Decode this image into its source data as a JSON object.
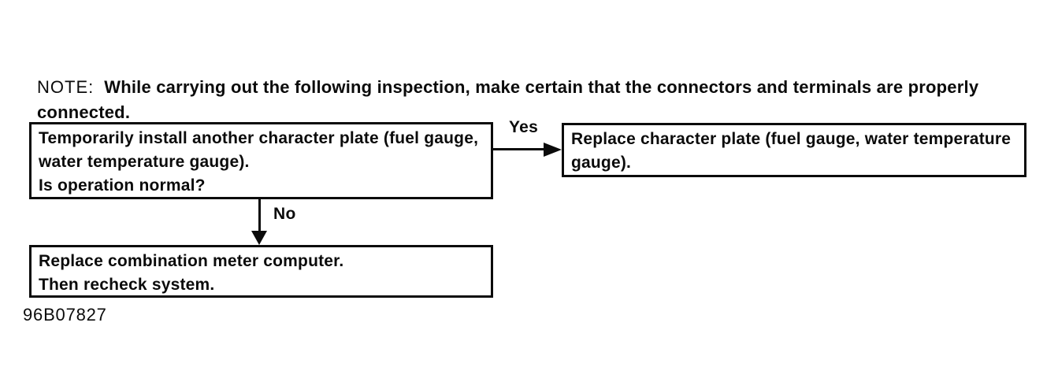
{
  "page": {
    "background_color": "#ffffff",
    "ink_color": "#0b0b0b"
  },
  "note": {
    "label": "NOTE:",
    "text": "While carrying out the following inspection, make certain that the connectors and terminals are properly connected."
  },
  "flowchart": {
    "boxes": [
      {
        "id": "question",
        "lines": [
          "Temporarily install another character plate (fuel gauge, water temperature gauge).",
          "Is operation normal?"
        ]
      },
      {
        "id": "yes-outcome",
        "lines": [
          "Replace character plate (fuel gauge, water temperature gauge)."
        ]
      },
      {
        "id": "no-outcome",
        "lines": [
          "Replace combination meter computer.",
          "Then recheck system."
        ]
      }
    ],
    "connectors": [
      {
        "label": "Yes",
        "direction": "right"
      },
      {
        "label": "No",
        "direction": "down"
      }
    ]
  },
  "figure_code": "96B07827"
}
